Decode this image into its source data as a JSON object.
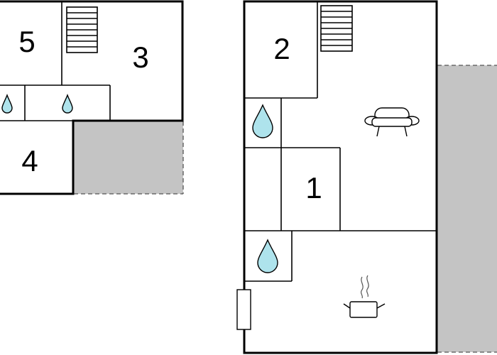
{
  "floor_plan": {
    "colors": {
      "wall": "#000000",
      "terrace_fill": "#c4c4c4",
      "water_drop": "#aee3ec",
      "background": "#ffffff"
    },
    "upper_floor": {
      "rooms": [
        {
          "id": "room-5",
          "label": "5"
        },
        {
          "id": "room-3",
          "label": "3"
        },
        {
          "id": "room-4",
          "label": "4"
        }
      ],
      "icons": [
        "stairs-icon",
        "water-drop-icon",
        "water-drop-icon",
        "terrace-area"
      ]
    },
    "ground_floor": {
      "rooms": [
        {
          "id": "room-2",
          "label": "2"
        },
        {
          "id": "room-1",
          "label": "1"
        }
      ],
      "icons": [
        "stairs-icon",
        "water-drop-icon",
        "sofa-icon",
        "water-drop-icon",
        "cooking-pot-icon",
        "radiator-icon",
        "terrace-area"
      ]
    }
  }
}
